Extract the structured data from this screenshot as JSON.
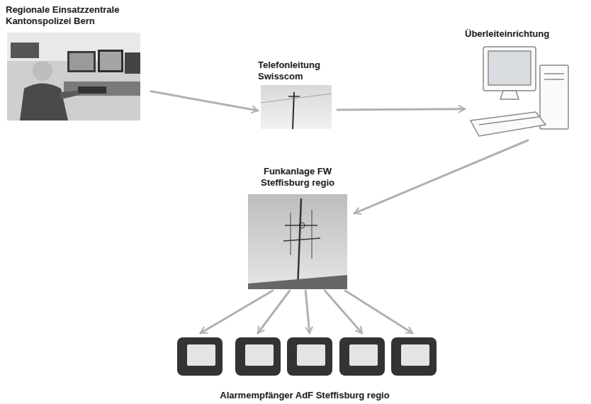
{
  "diagram": {
    "nodes": [
      {
        "text": [
          "Regionale Einsatzzentrale Kantonspolizei Bern"
        ]
      },
      {
        "text": [
          "Telefonleitung Swisscom"
        ]
      },
      {
        "text": [
          "Überleiteinrichtung"
        ]
      },
      {
        "text": [
          "Funkanlage FW Steffisburg regio"
        ]
      },
      {
        "text": [
          "Alarmempfänger AdF Steffisburg regio"
        ]
      }
    ],
    "edges": [
      {
        "from": 0,
        "to": 1,
        "arrow": "to"
      },
      {
        "from": 1,
        "to": 2,
        "arrow": "to"
      },
      {
        "from": 2,
        "to": 3,
        "arrow": "to"
      },
      {
        "from": 3,
        "to": 4,
        "arrow": "to"
      },
      {
        "from": 3,
        "to": 4,
        "arrow": "to"
      },
      {
        "from": 3,
        "to": 4,
        "arrow": "to"
      },
      {
        "from": 3,
        "to": 4,
        "arrow": "to"
      },
      {
        "from": 3,
        "to": 4,
        "arrow": "to"
      }
    ]
  }
}
